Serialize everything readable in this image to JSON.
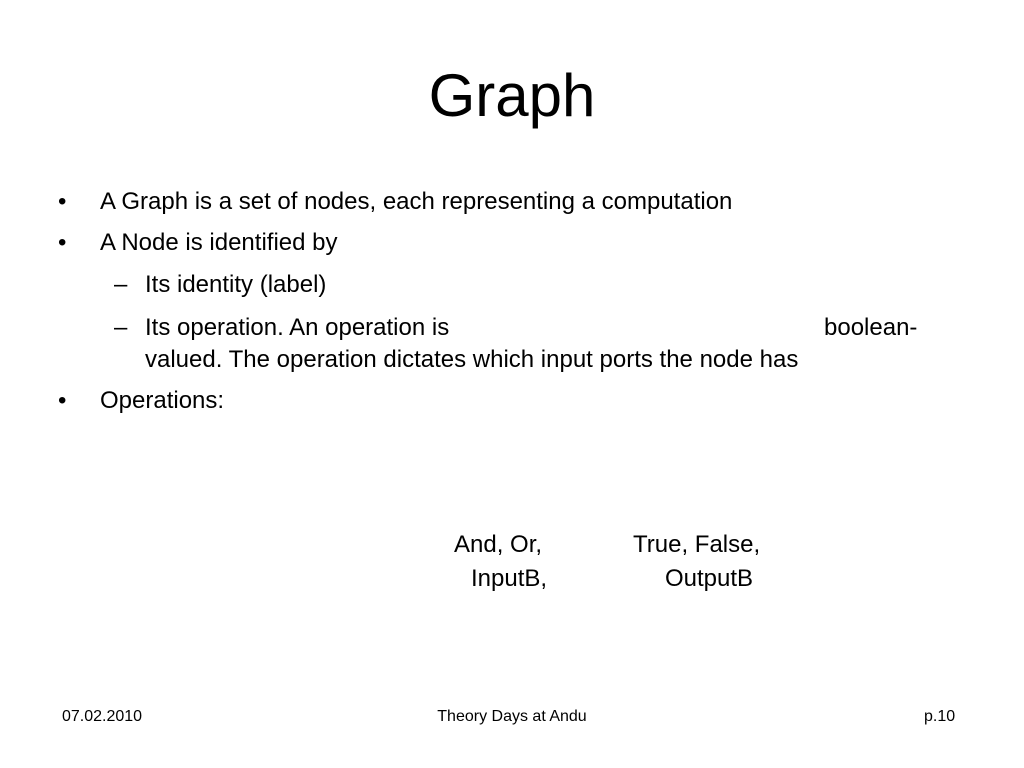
{
  "title": "Graph",
  "bullets": {
    "b1": "A Graph is a set of nodes, each representing a computation",
    "b2": "A Node is identified by",
    "b2_sub1": "Its identity (label)",
    "b2_sub2_line1_left": "Its operation. An operation is",
    "b2_sub2_line1_right": "boolean-",
    "b2_sub2_line2": "valued. The operation dictates which input ports the node has",
    "b3": "Operations:",
    "bullet_symbol": "•",
    "dash_symbol": "–"
  },
  "operations": {
    "and_or": "And, Or,",
    "true_false": "True, False,",
    "inputb": "InputB,",
    "outputb": "OutputB"
  },
  "footer": {
    "date": "07.02.2010",
    "event": "Theory Days at Andu",
    "page": "p.10"
  }
}
